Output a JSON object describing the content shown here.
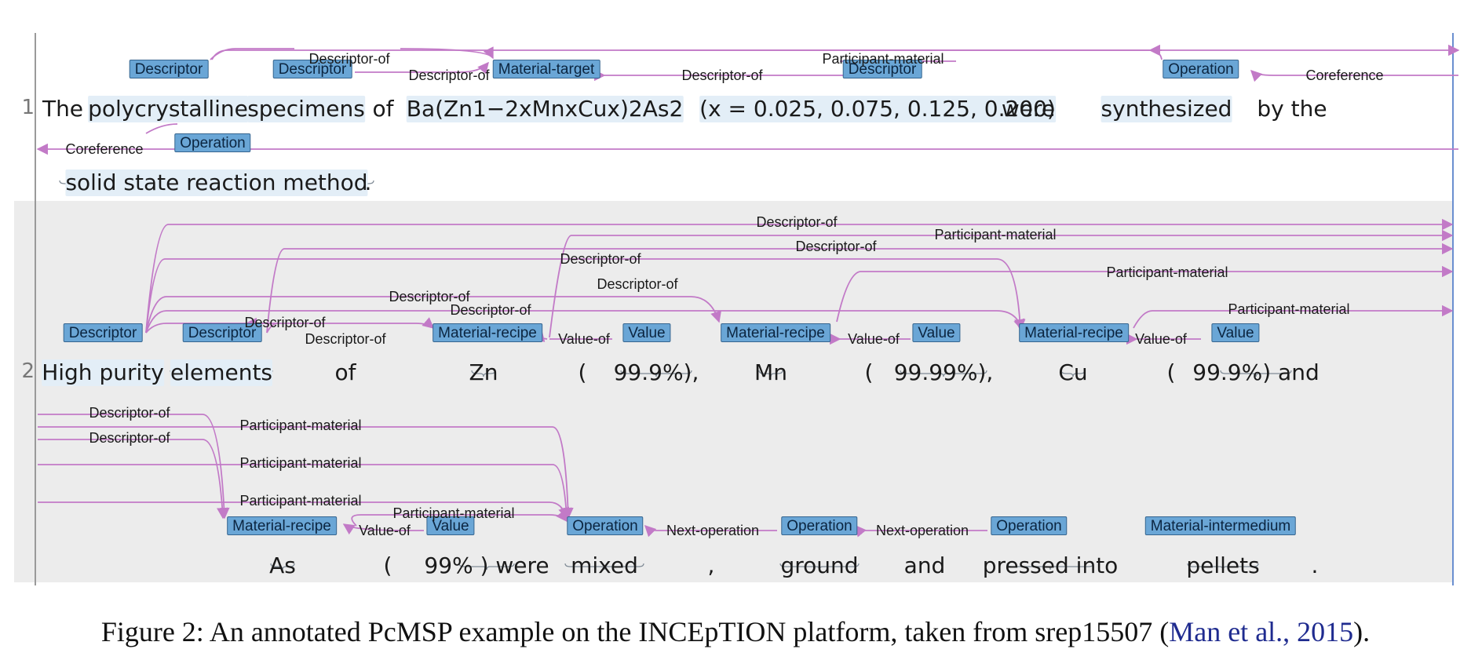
{
  "line_numbers": [
    "1",
    "2"
  ],
  "caption": {
    "prefix": "Figure 2:  An annotated PcMSP example on the INCEpTION platform, taken from srep15507 (",
    "cite_author": "Man et al., ",
    "cite_year": "2015",
    "suffix": ")."
  },
  "colors": {
    "label": "#6aa6d6",
    "arc": "#c27ac7",
    "band": "#ececec",
    "highlight": "#e3eef7"
  },
  "tokens": [
    {
      "id": "t1",
      "text": "The"
    },
    {
      "id": "t2",
      "text": "polycrystalline",
      "hl": true
    },
    {
      "id": "t3",
      "text": "specimens",
      "hl": true
    },
    {
      "id": "t4",
      "text": "of"
    },
    {
      "id": "t5",
      "text": "Ba(Zn1−2xMnxCux)2As2",
      "hl": true
    },
    {
      "id": "t6",
      "text": "(x = 0.025, 0.075, 0.125, 0.200)",
      "hl": true
    },
    {
      "id": "t7",
      "text": "were"
    },
    {
      "id": "t8",
      "text": "synthesized",
      "hl": true
    },
    {
      "id": "t9",
      "text": "by the"
    },
    {
      "id": "t10",
      "text": "solid state reaction method",
      "hl": true
    },
    {
      "id": "t11",
      "text": "."
    },
    {
      "id": "t12",
      "text": "High purity",
      "hl": true
    },
    {
      "id": "t13",
      "text": "elements",
      "hl": true
    },
    {
      "id": "t14",
      "text": "of"
    },
    {
      "id": "t15",
      "text": "Zn"
    },
    {
      "id": "t16",
      "text": "("
    },
    {
      "id": "t17",
      "text": "99.9%),"
    },
    {
      "id": "t18",
      "text": "Mn"
    },
    {
      "id": "t19",
      "text": "("
    },
    {
      "id": "t20",
      "text": "99.99%),"
    },
    {
      "id": "t21",
      "text": "Cu"
    },
    {
      "id": "t22",
      "text": "("
    },
    {
      "id": "t23",
      "text": "99.9%) and"
    },
    {
      "id": "t24",
      "text": "As"
    },
    {
      "id": "t25",
      "text": "("
    },
    {
      "id": "t26",
      "text": "99% ) were"
    },
    {
      "id": "t27",
      "text": "mixed"
    },
    {
      "id": "t28",
      "text": ","
    },
    {
      "id": "t29",
      "text": "ground"
    },
    {
      "id": "t30",
      "text": "and"
    },
    {
      "id": "t31",
      "text": "pressed into"
    },
    {
      "id": "t32",
      "text": "pellets"
    },
    {
      "id": "t33",
      "text": "."
    }
  ],
  "labels": [
    {
      "id": "L1",
      "text": "Descriptor"
    },
    {
      "id": "L2",
      "text": "Descriptor"
    },
    {
      "id": "L3",
      "text": "Material-target"
    },
    {
      "id": "L4",
      "text": "Descriptor"
    },
    {
      "id": "L5",
      "text": "Operation"
    },
    {
      "id": "L6",
      "text": "Operation"
    },
    {
      "id": "L7",
      "text": "Descriptor"
    },
    {
      "id": "L8",
      "text": "Descriptor"
    },
    {
      "id": "L9",
      "text": "Material-recipe"
    },
    {
      "id": "L10",
      "text": "Value"
    },
    {
      "id": "L11",
      "text": "Material-recipe"
    },
    {
      "id": "L12",
      "text": "Value"
    },
    {
      "id": "L13",
      "text": "Material-recipe"
    },
    {
      "id": "L14",
      "text": "Value"
    },
    {
      "id": "L15",
      "text": "Material-recipe"
    },
    {
      "id": "L16",
      "text": "Value"
    },
    {
      "id": "L17",
      "text": "Operation"
    },
    {
      "id": "L18",
      "text": "Operation"
    },
    {
      "id": "L19",
      "text": "Operation"
    },
    {
      "id": "L20",
      "text": "Material-intermedium"
    }
  ],
  "relations": [
    {
      "id": "r1",
      "text": "Descriptor-of"
    },
    {
      "id": "r2",
      "text": "Descriptor-of"
    },
    {
      "id": "r3",
      "text": "Participant-material"
    },
    {
      "id": "r4",
      "text": "Descriptor-of"
    },
    {
      "id": "r5",
      "text": "Coreference"
    },
    {
      "id": "r6",
      "text": "Coreference"
    },
    {
      "id": "r7",
      "text": "Descriptor-of"
    },
    {
      "id": "r8",
      "text": "Participant-material"
    },
    {
      "id": "r9",
      "text": "Descriptor-of"
    },
    {
      "id": "r10",
      "text": "Descriptor-of"
    },
    {
      "id": "r11",
      "text": "Descriptor-of"
    },
    {
      "id": "r12",
      "text": "Participant-material"
    },
    {
      "id": "r13",
      "text": "Descriptor-of"
    },
    {
      "id": "r14",
      "text": "Descriptor-of"
    },
    {
      "id": "r15",
      "text": "Participant-material"
    },
    {
      "id": "r16",
      "text": "Descriptor-of"
    },
    {
      "id": "r17",
      "text": "Descriptor-of"
    },
    {
      "id": "r18",
      "text": "Value-of"
    },
    {
      "id": "r19",
      "text": "Value-of"
    },
    {
      "id": "r20",
      "text": "Value-of"
    },
    {
      "id": "r21",
      "text": "Descriptor-of"
    },
    {
      "id": "r22",
      "text": "Participant-material"
    },
    {
      "id": "r23",
      "text": "Descriptor-of"
    },
    {
      "id": "r24",
      "text": "Participant-material"
    },
    {
      "id": "r25",
      "text": "Participant-material"
    },
    {
      "id": "r26",
      "text": "Participant-material"
    },
    {
      "id": "r27",
      "text": "Value-of"
    },
    {
      "id": "r28",
      "text": "Next-operation"
    },
    {
      "id": "r29",
      "text": "Next-operation"
    }
  ]
}
